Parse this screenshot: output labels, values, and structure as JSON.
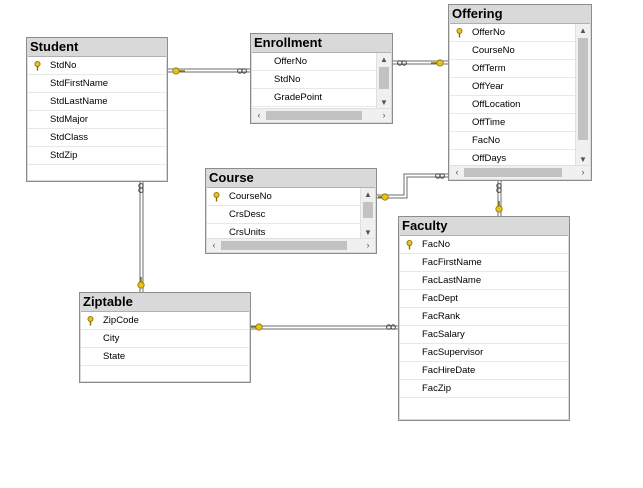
{
  "tables": {
    "student": {
      "title": "Student",
      "columns": [
        "StdNo",
        "StdFirstName",
        "StdLastName",
        "StdMajor",
        "StdClass",
        "StdZip"
      ],
      "key": "StdNo"
    },
    "enrollment": {
      "title": "Enrollment",
      "columns": [
        "OfferNo",
        "StdNo",
        "GradePoint"
      ]
    },
    "offering": {
      "title": "Offering",
      "columns": [
        "OfferNo",
        "CourseNo",
        "OffTerm",
        "OffYear",
        "OffLocation",
        "OffTime",
        "FacNo",
        "OffDays"
      ],
      "key": "OfferNo"
    },
    "course": {
      "title": "Course",
      "columns": [
        "CourseNo",
        "CrsDesc",
        "CrsUnits"
      ],
      "key": "CourseNo"
    },
    "faculty": {
      "title": "Faculty",
      "columns": [
        "FacNo",
        "FacFirstName",
        "FacLastName",
        "FacDept",
        "FacRank",
        "FacSalary",
        "FacSupervisor",
        "FacHireDate",
        "FacZip"
      ],
      "key": "FacNo"
    },
    "ziptable": {
      "title": "Ziptable",
      "columns": [
        "ZipCode",
        "City",
        "State"
      ],
      "key": "ZipCode"
    }
  },
  "relationships": [
    "student-enrollment",
    "enrollment-offering",
    "course-offering",
    "offering-faculty",
    "student-ziptable",
    "ziptable-faculty"
  ],
  "colors": {
    "key": "#e8c21a",
    "line": "#6e6e6e",
    "title_bg": "#d9d9d9"
  }
}
